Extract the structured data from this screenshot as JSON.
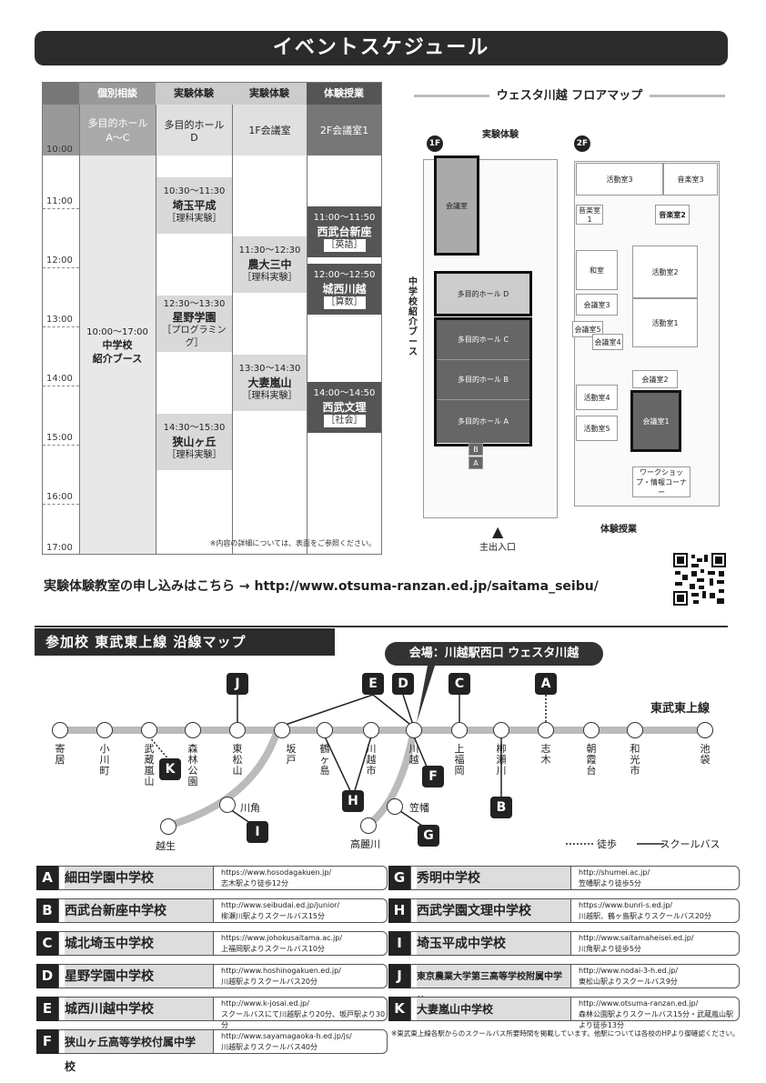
{
  "title": "イベントスケジュール",
  "schedule": {
    "categories": [
      "個別相談",
      "実験体験",
      "実験体験",
      "体験授業"
    ],
    "rooms": [
      [
        "多目的ホール",
        "A～C"
      ],
      [
        "多目的ホール",
        "D"
      ],
      [
        "1F会議室",
        ""
      ],
      [
        "2F会議室1",
        ""
      ]
    ],
    "times": [
      "10:00",
      "11:00",
      "12:00",
      "13:00",
      "14:00",
      "15:00",
      "16:00",
      "17:00"
    ],
    "booth": {
      "time": "10:00～17:00",
      "name1": "中学校",
      "name2": "紹介ブース"
    },
    "events_d": [
      {
        "time": "10:30～11:30",
        "name": "埼玉平成",
        "subject": "［理科実験］"
      },
      {
        "time": "12:30～13:30",
        "name": "星野学園",
        "subject": "［プログラミング］"
      },
      {
        "time": "14:30～15:30",
        "name": "狭山ヶ丘",
        "subject": "［理科実験］"
      }
    ],
    "events_1f": [
      {
        "time": "11:30～12:30",
        "name": "農大三中",
        "subject": "［理科実験］"
      },
      {
        "time": "13:30～14:30",
        "name": "大妻嵐山",
        "subject": "［理科実験］"
      }
    ],
    "events_2f": [
      {
        "time": "11:00～11:50",
        "name": "西武台新座",
        "subject": "［英語］"
      },
      {
        "time": "12:00～12:50",
        "name": "城西川越",
        "subject": "［算数］"
      },
      {
        "time": "14:00～14:50",
        "name": "西武文理",
        "subject": "［社会］"
      }
    ],
    "note": "※内容の詳細については、表面をご参照ください。"
  },
  "floormap": {
    "title": "ウェスタ川越 フロアマップ",
    "floor1": "1F",
    "floor2": "2F",
    "label_experiment": "実験体験",
    "label_booth": "中学校紹介ブース",
    "label_lesson": "体験授業",
    "label_entrance": "主出入口",
    "rooms_1f": {
      "kaigishitsu": "会議室",
      "hallD": "多目的ホール D",
      "hallC": "多目的ホール C",
      "hallB": "多目的ホール B",
      "hallA": "多目的ホール A",
      "b": "B",
      "a": "A"
    },
    "rooms_2f": {
      "katsudo3": "活動室3",
      "ongaku3": "音楽室3",
      "ongaku1": "音楽室1",
      "ongaku2": "音楽室2",
      "washitsu": "和室",
      "katsudo2": "活動室2",
      "kaigi3": "会議室3",
      "katsudo1": "活動室1",
      "kaigi5": "会議室5",
      "kaigi4": "会議室4",
      "kaigi2": "会議室2",
      "katsudo4": "活動室4",
      "kaigi1": "会議室1",
      "katsudo5": "活動室5",
      "workshop": "ワークショップ・情報コーナー"
    }
  },
  "apply": {
    "label": "実験体験教室の申し込みはこちら → ",
    "url": "http://www.otsuma-ranzan.ed.jp/saitama_seibu/"
  },
  "linemap": {
    "banner": "参加校 東武東上線 沿線マップ",
    "venue": "会場：川越駅西口 ウェスタ川越",
    "line_name": "東武東上線",
    "stations": [
      "寄居",
      "小川町",
      "武蔵嵐山",
      "森林公園",
      "東松山",
      "坂戸",
      "鶴ヶ島",
      "川越市",
      "川越",
      "上福岡",
      "柳瀬川",
      "志木",
      "朝霞台",
      "和光市",
      "池袋"
    ],
    "branch_stations": [
      "川角",
      "越生",
      "笠幡",
      "高麗川"
    ],
    "legend_walk": "徒歩",
    "legend_bus": "スクールバス"
  },
  "schools": [
    {
      "letter": "A",
      "name": "細田学園中学校",
      "url": "https://www.hosodagakuen.jp/",
      "access": "志木駅より徒歩12分"
    },
    {
      "letter": "B",
      "name": "西武台新座中学校",
      "url": "http://www.seibudai.ed.jp/junior/",
      "access": "柳瀬川駅よりスクールバス15分"
    },
    {
      "letter": "C",
      "name": "城北埼玉中学校",
      "url": "https://www.johokusaitama.ac.jp/",
      "access": "上福岡駅よりスクールバス10分"
    },
    {
      "letter": "D",
      "name": "星野学園中学校",
      "url": "http://www.hoshinogakuen.ed.jp/",
      "access": "川越駅よりスクールバス20分"
    },
    {
      "letter": "E",
      "name": "城西川越中学校",
      "url": "http://www.k-josai.ed.jp/",
      "access": "スクールバスにて川越駅より20分、坂戸駅より30分"
    },
    {
      "letter": "F",
      "name": "狭山ヶ丘高等学校付属中学校",
      "url": "http://www.sayamagaoka-h.ed.jp/js/",
      "access": "川越駅よりスクールバス40分"
    },
    {
      "letter": "G",
      "name": "秀明中学校",
      "url": "http://shumei.ac.jp/",
      "access": "笠幡駅より徒歩5分"
    },
    {
      "letter": "H",
      "name": "西武学園文理中学校",
      "url": "https://www.bunri-s.ed.jp/",
      "access": "川越駅、鶴ヶ島駅よりスクールバス20分"
    },
    {
      "letter": "I",
      "name": "埼玉平成中学校",
      "url": "http://www.saitamaheisei.ed.jp/",
      "access": "川角駅より徒歩5分"
    },
    {
      "letter": "J",
      "name": "東京農業大学第三高等学校附属中学校",
      "url": "http://www.nodai-3-h.ed.jp/",
      "access": "東松山駅よりスクールバス9分"
    },
    {
      "letter": "K",
      "name": "大妻嵐山中学校",
      "url": "http://www.otsuma-ranzan.ed.jp/",
      "access": "森林公園駅よりスクールバス15分・武蔵嵐山駅より徒歩13分"
    }
  ],
  "footnote": "※東武東上線各駅からのスクールバス所要時間を掲載しています。他駅については各校のHPより御確認ください。"
}
